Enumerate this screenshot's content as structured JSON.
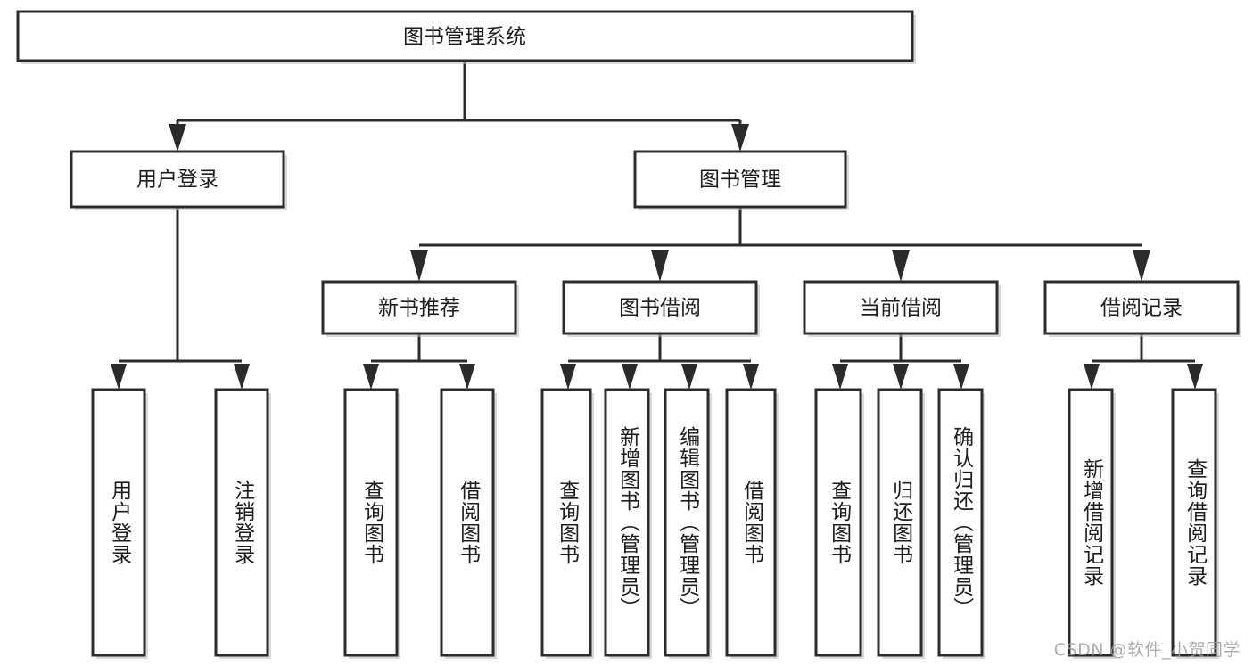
{
  "diagram": {
    "type": "hierarchy-tree",
    "title": "图书管理系统",
    "orientation": "top-down",
    "colors": {
      "box_stroke": "#2b2b2b",
      "box_fill": "#ffffff",
      "connector": "#2b2b2b",
      "text": "#1d1d1d",
      "watermark": "#9e9e9e",
      "background": "#ffffff"
    },
    "levels": {
      "root": "图书管理系统",
      "level2": [
        "用户登录",
        "图书管理"
      ],
      "level3": [
        "新书推荐",
        "图书借阅",
        "当前借阅",
        "借阅记录"
      ]
    }
  },
  "nodes": {
    "root": {
      "label": "图书管理系统"
    },
    "user_login": {
      "label": "用户登录"
    },
    "book_manage": {
      "label": "图书管理"
    },
    "new_book_rec": {
      "label": "新书推荐"
    },
    "book_borrow": {
      "label": "图书借阅"
    },
    "current_borrow": {
      "label": "当前借阅"
    },
    "borrow_record": {
      "label": "借阅记录"
    }
  },
  "leaves": {
    "user_login": [
      {
        "label": "用户登录"
      },
      {
        "label": "注销登录"
      }
    ],
    "new_book_rec": [
      {
        "label": "查询图书"
      },
      {
        "label": "借阅图书"
      }
    ],
    "book_borrow": [
      {
        "label": "查询图书"
      },
      {
        "label": "新增图书（管理员）"
      },
      {
        "label": "编辑图书（管理员）"
      },
      {
        "label": "借阅图书"
      }
    ],
    "current_borrow": [
      {
        "label": "查询图书"
      },
      {
        "label": "归还图书"
      },
      {
        "label": "确认归还（管理员）"
      }
    ],
    "borrow_record": [
      {
        "label": "新增借阅记录"
      },
      {
        "label": "查询借阅记录"
      }
    ]
  },
  "watermark": {
    "text": "CSDN @软件_小贺同学"
  }
}
